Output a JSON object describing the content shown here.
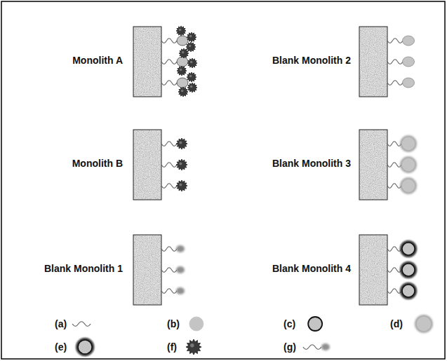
{
  "diagram": {
    "labels": [
      "Monolith A",
      "Blank Monolith 2",
      "Monolith B",
      "Blank Monolith 3",
      "Blank Monolith 1",
      "Blank Monolith 4"
    ],
    "legend": [
      {
        "text": "(a)"
      },
      {
        "text": "(b)"
      },
      {
        "text": "(c)"
      },
      {
        "text": "(d)"
      },
      {
        "text": "(e)"
      },
      {
        "text": "(f)"
      },
      {
        "text": "(g)"
      }
    ]
  }
}
